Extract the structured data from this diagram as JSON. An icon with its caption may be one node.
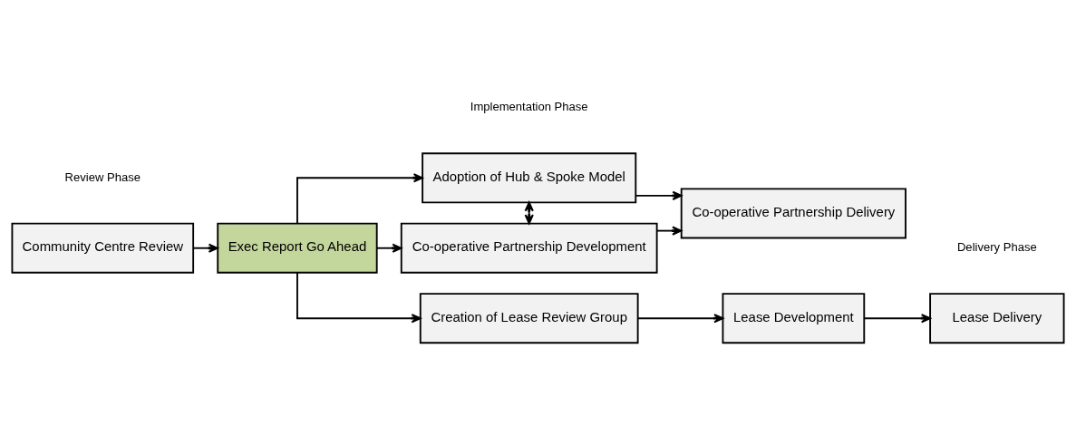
{
  "diagram": {
    "nodes": [
      {
        "text": [
          "Community Centre Review"
        ]
      },
      {
        "text": [
          "Exec Report Go Ahead"
        ]
      },
      {
        "text": [
          "Adoption of Hub & Spoke Model"
        ]
      },
      {
        "text": [
          "Co-operative Partnership Development"
        ]
      },
      {
        "text": [
          "Co-operative Partnership Delivery"
        ]
      },
      {
        "text": [
          "Creation of Lease Review Group"
        ]
      },
      {
        "text": [
          "Lease Development"
        ]
      },
      {
        "text": [
          "Lease Delivery"
        ]
      }
    ],
    "edges": [
      {
        "from": 0,
        "to": 1,
        "arrow": "to"
      },
      {
        "from": 1,
        "to": 2,
        "arrow": "to"
      },
      {
        "from": 1,
        "to": 3,
        "arrow": "to"
      },
      {
        "from": 1,
        "to": 5,
        "arrow": "to"
      },
      {
        "from": 2,
        "to": 3,
        "arrow": "both"
      },
      {
        "from": 2,
        "to": 4,
        "arrow": "to"
      },
      {
        "from": 3,
        "to": 4,
        "arrow": "to"
      },
      {
        "from": 5,
        "to": 6,
        "arrow": "to"
      },
      {
        "from": 6,
        "to": 7,
        "arrow": "to"
      }
    ],
    "labels": [
      "Review Phase",
      "Implementation Phase",
      "Delivery Phase"
    ]
  }
}
